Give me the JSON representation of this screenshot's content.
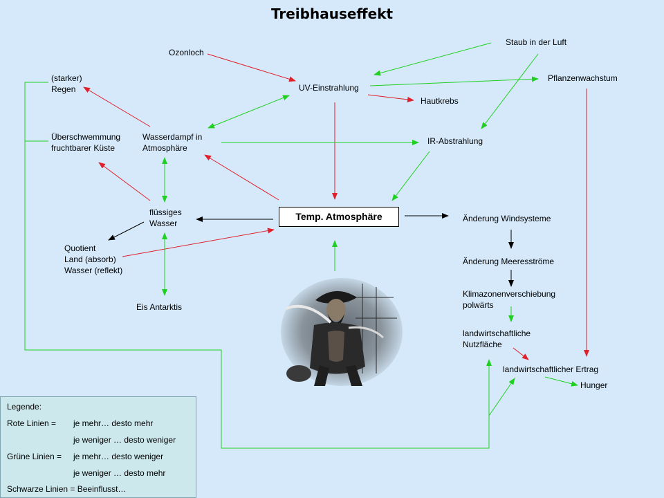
{
  "title": "Treibhauseffekt",
  "nodes": {
    "ozonloch": "Ozonloch",
    "staub": "Staub in der Luft",
    "regen": [
      "(starker)",
      "Regen"
    ],
    "uv": "UV-Einstrahlung",
    "pflanzen": "Pflanzenwachstum",
    "hautkrebs": "Hautkrebs",
    "ueberschwemmung": [
      "Überschwemmung",
      "fruchtbarer Küste"
    ],
    "wasserdampf": [
      "Wasserdampf in",
      "Atmosphäre"
    ],
    "ir": "IR-Abstrahlung",
    "fluessig": [
      "flüssiges",
      "Wasser"
    ],
    "temp": "Temp.  Atmosphäre",
    "wind": "Änderung Windsysteme",
    "quotient": [
      "Quotient",
      "Land (absorb)",
      "Wasser (reflekt)"
    ],
    "meer": "Änderung Meeresströme",
    "klima": [
      "Klimazonenverschiebung",
      "polwärts"
    ],
    "eis": "Eis Antarktis",
    "nutz": [
      "landwirtschaftliche",
      "Nutzfläche"
    ],
    "ertrag": "landwirtschaftlicher Ertrag",
    "hunger": "Hunger"
  },
  "legend": {
    "heading": "Legende:",
    "red_label": "Rote Linien =",
    "red_line1": "je mehr… desto mehr",
    "red_line2": "je weniger … desto weniger",
    "green_label": "Grüne Linien =",
    "green_line1": "je mehr…  desto weniger",
    "green_line2": "je weniger …  desto mehr",
    "black_line": "Schwarze Linien = Beeinflusst…"
  },
  "colors": {
    "background": "#d5e9fa",
    "red": "#e0202a",
    "green": "#20d020",
    "black": "#000000",
    "legend_bg": "#cce8ec"
  },
  "image": {
    "icon": "pirate-illustration"
  }
}
